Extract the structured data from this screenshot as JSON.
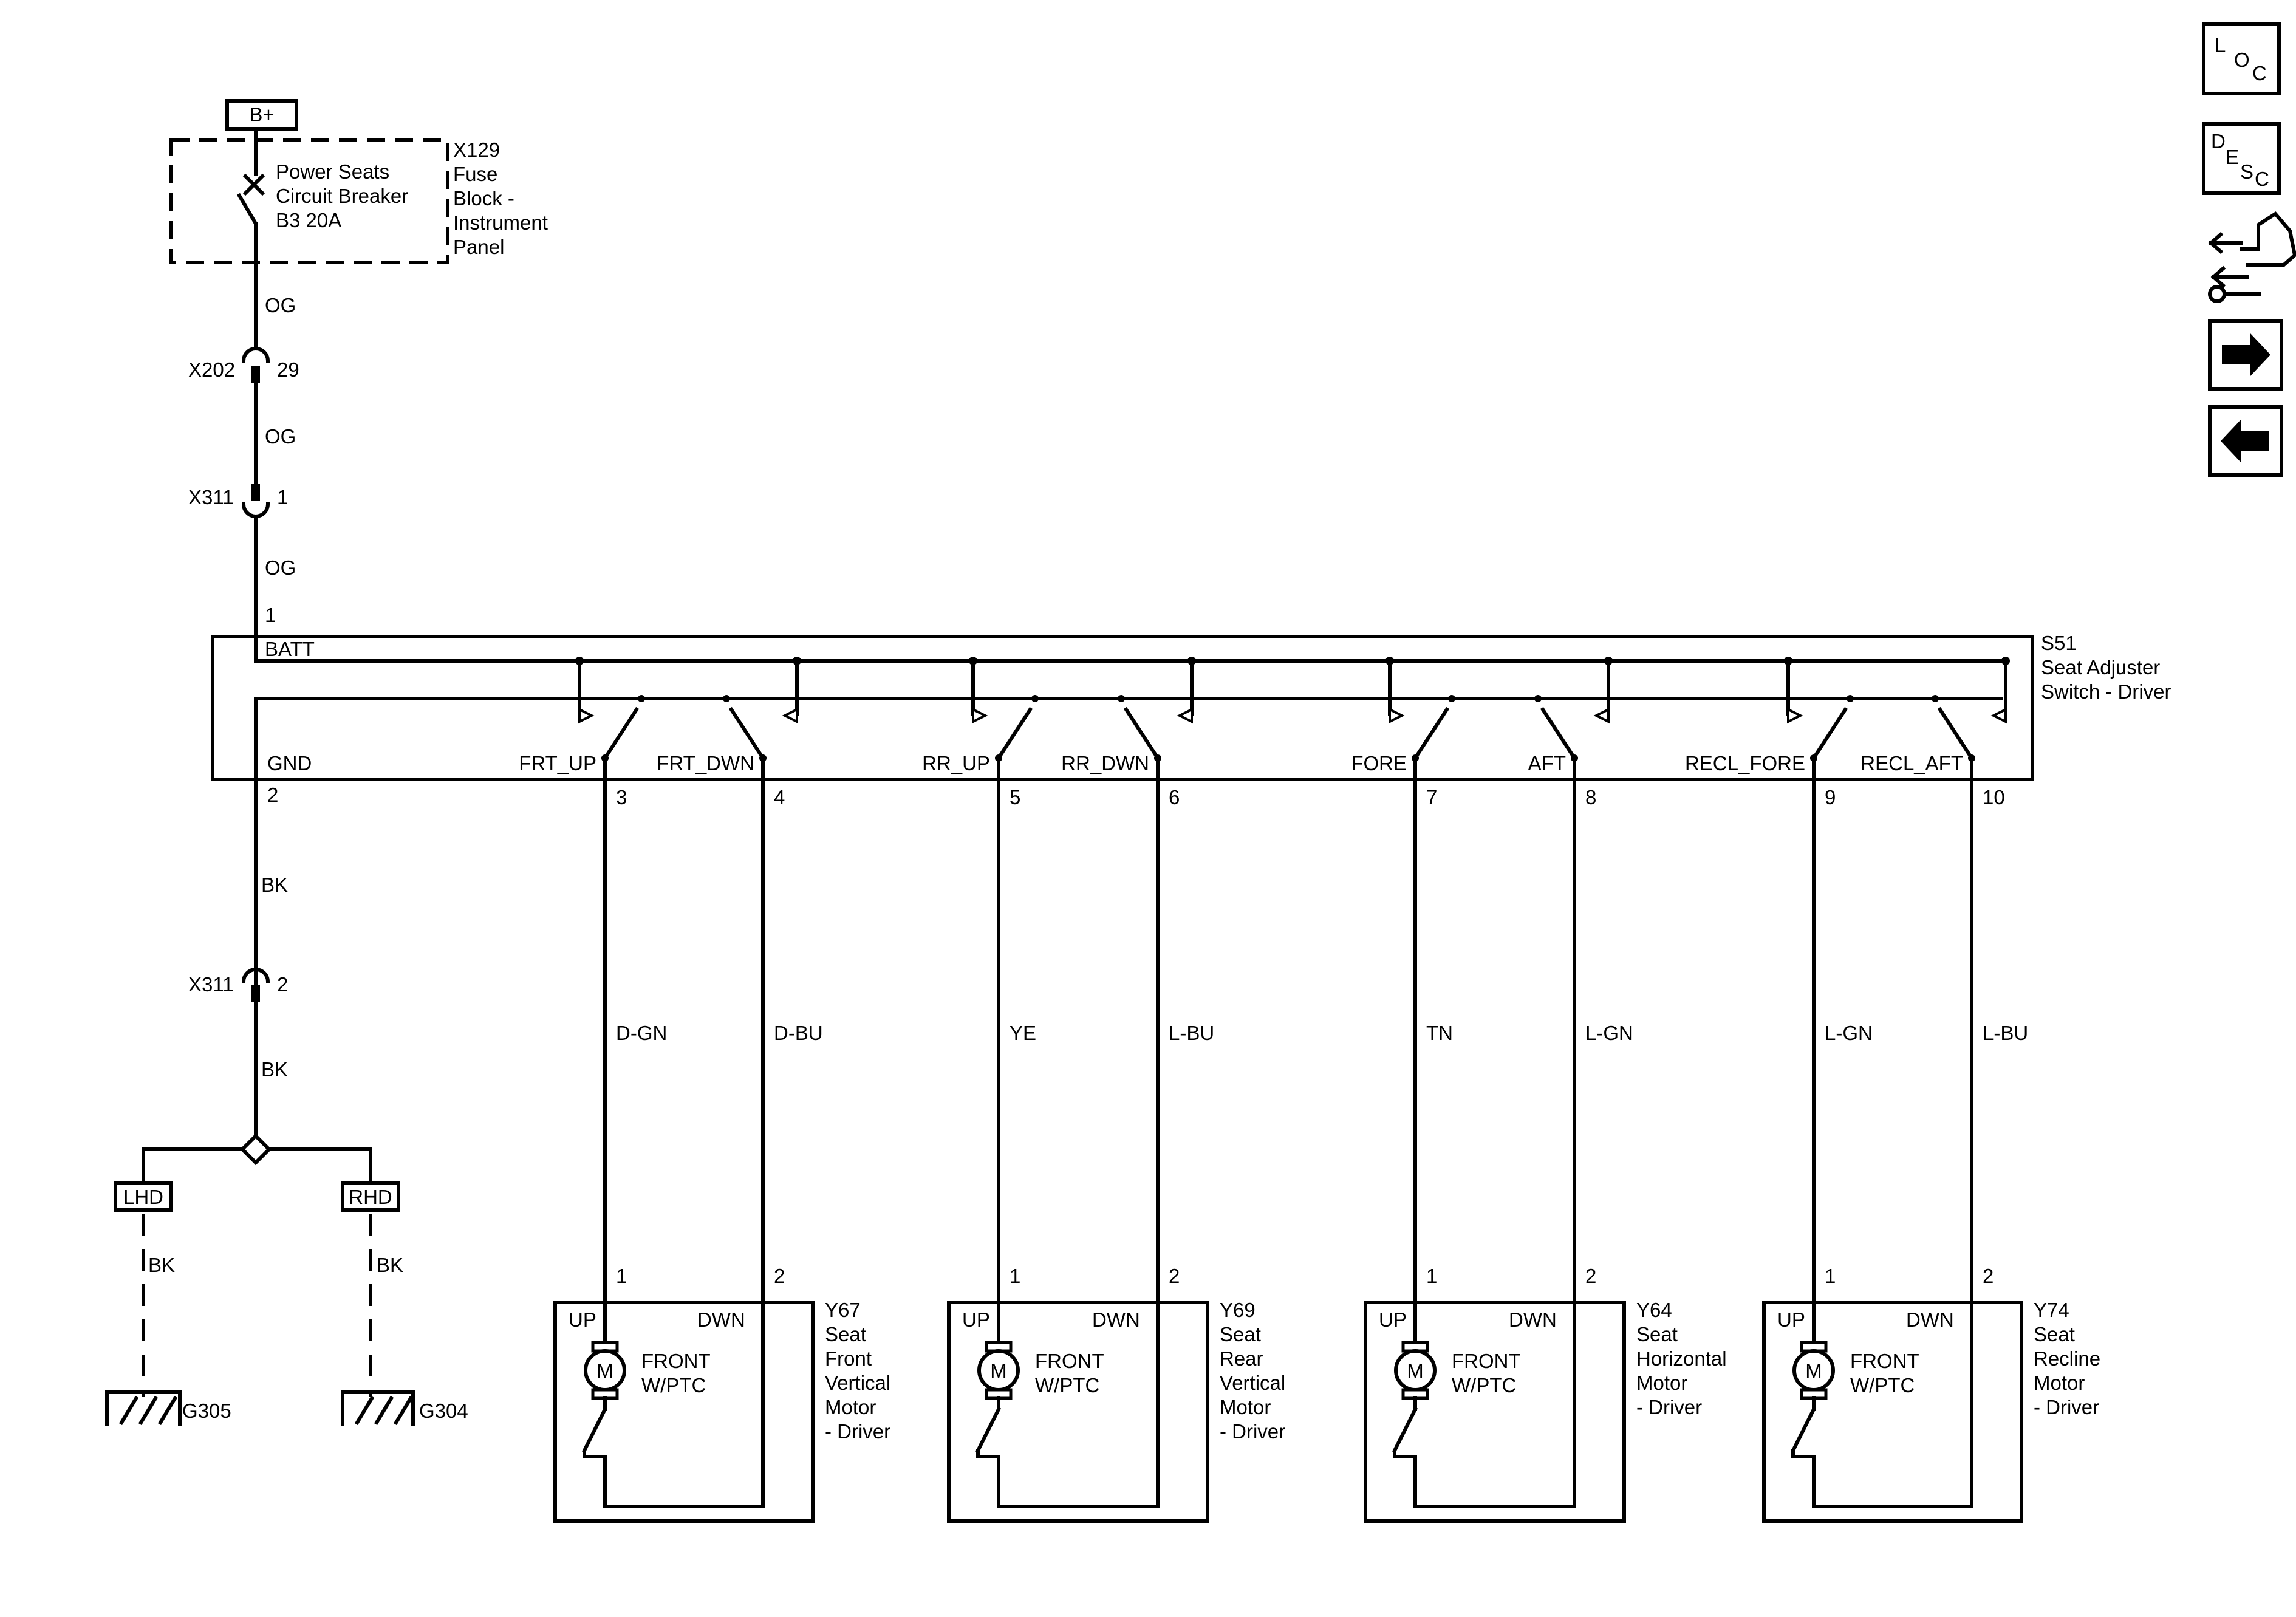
{
  "power": {
    "source_label": "B+",
    "breaker_lines": [
      "Power Seats",
      "Circuit Breaker",
      "B3 20A"
    ],
    "fuse_block_lines": [
      "X129",
      "Fuse",
      "Block -",
      "Instrument",
      "Panel"
    ]
  },
  "connectors": {
    "x202": {
      "name": "X202",
      "pin": "29"
    },
    "x311_top": {
      "name": "X311",
      "pin": "1"
    },
    "x311_bottom": {
      "name": "X311",
      "pin": "2"
    }
  },
  "wire_colors": {
    "og_1": "OG",
    "og_2": "OG",
    "og_3": "OG",
    "bk_1": "BK",
    "bk_2": "BK",
    "bk_lhd": "BK",
    "bk_rhd": "BK",
    "pin3": "D-GN",
    "pin4": "D-BU",
    "pin5": "YE",
    "pin6": "L-BU",
    "pin7": "TN",
    "pin8": "L-GN",
    "pin9": "L-GN",
    "pin10": "L-BU"
  },
  "switch": {
    "name_lines": [
      "S51",
      "Seat Adjuster",
      "Switch - Driver"
    ],
    "batt_pin": "1",
    "batt_label": "BATT",
    "gnd_label": "GND",
    "gnd_pin": "2",
    "outputs": [
      {
        "label": "FRT_UP",
        "pin": "3"
      },
      {
        "label": "FRT_DWN",
        "pin": "4"
      },
      {
        "label": "RR_UP",
        "pin": "5"
      },
      {
        "label": "RR_DWN",
        "pin": "6"
      },
      {
        "label": "FORE",
        "pin": "7"
      },
      {
        "label": "AFT",
        "pin": "8"
      },
      {
        "label": "RECL_FORE",
        "pin": "9"
      },
      {
        "label": "RECL_AFT",
        "pin": "10"
      }
    ]
  },
  "grounds": {
    "lhd_label": "LHD",
    "rhd_label": "RHD",
    "g305": "G305",
    "g304": "G304"
  },
  "motors": [
    {
      "id_lines": [
        "Y67",
        "Seat",
        "Front",
        "Vertical",
        "Motor",
        " - Driver"
      ],
      "up": "UP",
      "dwn": "DWN",
      "pin1": "1",
      "pin2": "2",
      "symbol": "M",
      "desc_lines": [
        "FRONT",
        "W/PTC"
      ]
    },
    {
      "id_lines": [
        "Y69",
        "Seat",
        "Rear",
        "Vertical",
        "Motor",
        " - Driver"
      ],
      "up": "UP",
      "dwn": "DWN",
      "pin1": "1",
      "pin2": "2",
      "symbol": "M",
      "desc_lines": [
        "FRONT",
        "W/PTC"
      ]
    },
    {
      "id_lines": [
        "Y64",
        "Seat",
        "Horizontal",
        "Motor",
        " - Driver"
      ],
      "up": "UP",
      "dwn": "DWN",
      "pin1": "1",
      "pin2": "2",
      "symbol": "M",
      "desc_lines": [
        "FRONT",
        "W/PTC"
      ]
    },
    {
      "id_lines": [
        "Y74",
        "Seat",
        "Recline",
        "Motor",
        " - Driver"
      ],
      "up": "UP",
      "dwn": "DWN",
      "pin1": "1",
      "pin2": "2",
      "symbol": "M",
      "desc_lines": [
        "FRONT",
        "W/PTC"
      ]
    }
  ],
  "nav": {
    "loc": {
      "l": "L",
      "o": "O",
      "c": "C"
    },
    "desc": {
      "d": "D",
      "e": "E",
      "s": "S",
      "c": "C"
    },
    "icons": [
      "connector-tool-icon",
      "arrow-right-icon",
      "arrow-left-icon"
    ]
  }
}
